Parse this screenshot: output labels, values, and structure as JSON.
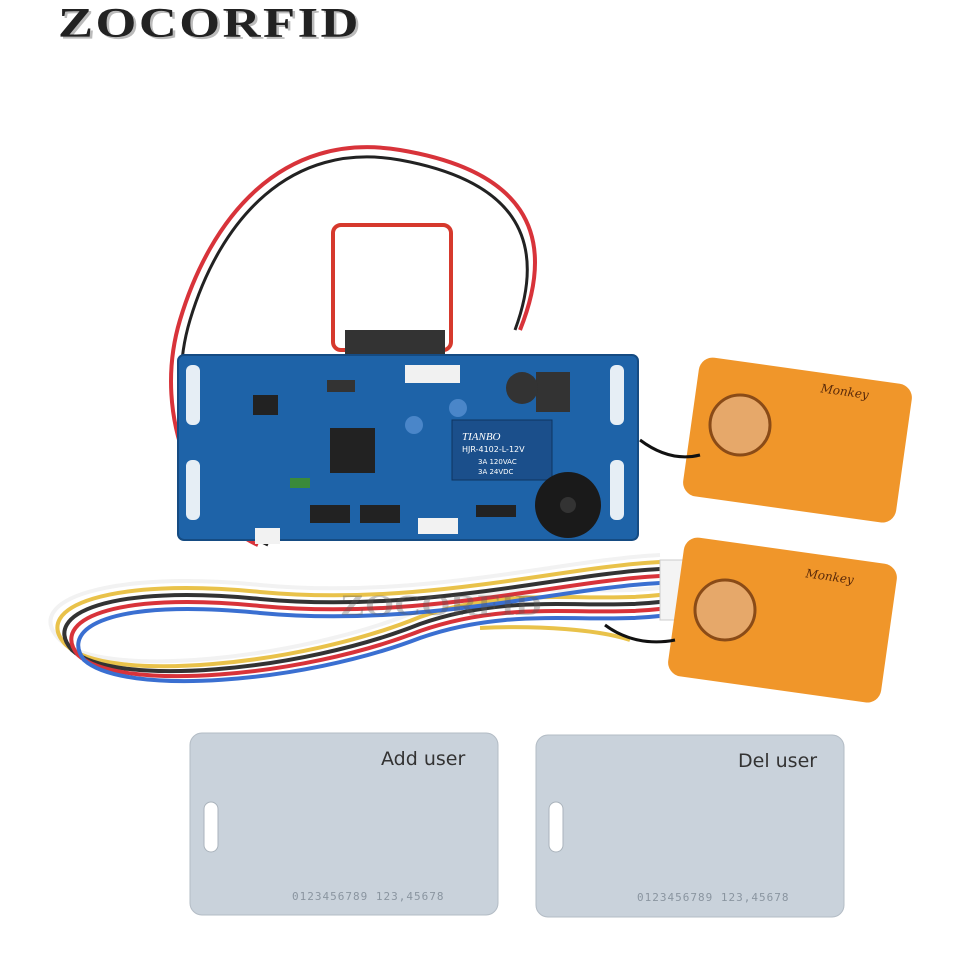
{
  "brand": {
    "logo_text": "ZOCORFID"
  },
  "watermark": {
    "text": "ZOCORFID"
  },
  "relay": {
    "brand": "TIANBO",
    "model": "HJR-4102-L-12V",
    "rating1": "3A 120VAC",
    "rating2": "3A 24VDC"
  },
  "tags": [
    {
      "label": "Monkey"
    },
    {
      "label": "Monkey"
    }
  ],
  "cards": [
    {
      "label": "Add user",
      "number": "0123456789 123,45678"
    },
    {
      "label": "Del user",
      "number": "0123456789 123,45678"
    }
  ],
  "colors": {
    "pcb": "#1e63a8",
    "tag": "#f0962a",
    "card": "#c9d2db"
  }
}
